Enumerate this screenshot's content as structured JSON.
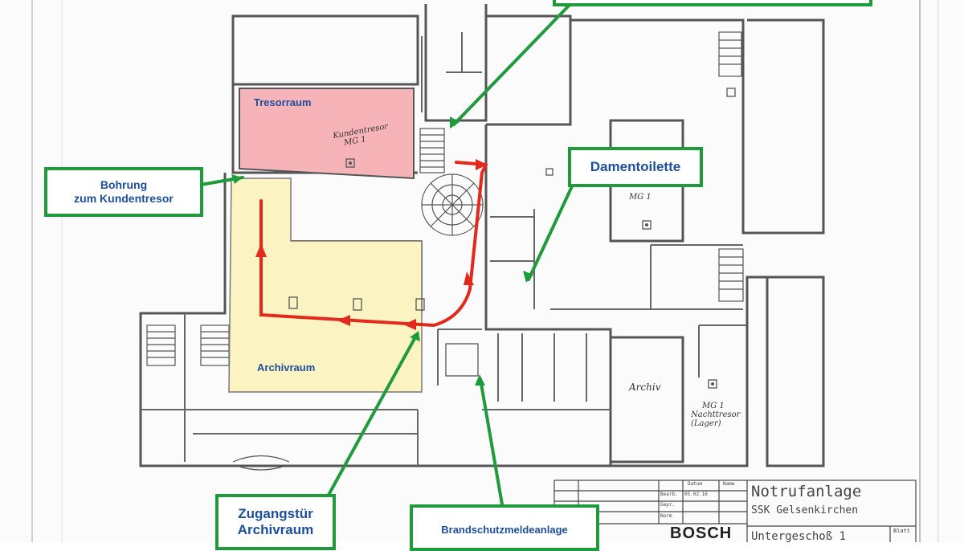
{
  "rooms": {
    "tresor": "Tresorraum",
    "archiv": "Archivraum"
  },
  "callouts": {
    "bohrung": [
      "Bohrung",
      "zum Kundentresor"
    ],
    "damentoilette": "Damentoilette",
    "zugang": [
      "Zugangstür",
      "Archivraum"
    ],
    "brandschutz": "Brandschutzmeldeanlage"
  },
  "handwritten": {
    "kundentresor": [
      "Kundentresor",
      "MG 1"
    ],
    "mg1": "MG 1",
    "archiv_right": "Archiv",
    "nachttresor": [
      "MG 1",
      "Nachttresor",
      "(Lager)"
    ]
  },
  "title_block": {
    "title": "Notrufanlage",
    "site": "SSK Gelsenkirchen",
    "floor": "Untergeschoß 1",
    "brand": "BOSCH",
    "headers": [
      "Datum",
      "Name"
    ],
    "rows": [
      "Bearb.",
      "Gepr.",
      "Norm"
    ],
    "date": "05.02.16",
    "sheet": "Blatt"
  },
  "colors": {
    "callout_border": "#1f9a3c",
    "label_text": "#1d4e9a",
    "tresor_fill": "#f6b3b8",
    "archiv_fill": "#fbf4c2",
    "route": "#e2291c"
  }
}
